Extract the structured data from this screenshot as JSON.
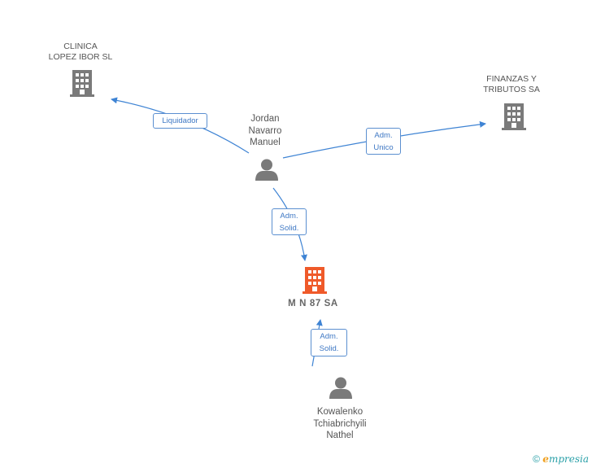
{
  "nodes": {
    "clinica": {
      "line1": "CLINICA",
      "line2": "LOPEZ IBOR SL"
    },
    "finanzas": {
      "line1": "FINANZAS Y",
      "line2": "TRIBUTOS SA"
    },
    "jordan": {
      "line1": "Jordan",
      "line2": "Navarro",
      "line3": "Manuel"
    },
    "mn87": {
      "line1": "M N 87 SA"
    },
    "kowalenko": {
      "line1": "Kowalenko",
      "line2": "Tchiabrichyili",
      "line3": "Nathel"
    }
  },
  "edges": {
    "liquidador": {
      "line1": "Liquidador"
    },
    "adm_unico": {
      "line1": "Adm.",
      "line2": "Unico"
    },
    "adm_solid_top": {
      "line1": "Adm.",
      "line2": "Solid."
    },
    "adm_solid_bottom": {
      "line1": "Adm.",
      "line2": "Solid."
    }
  },
  "colors": {
    "edge": "#3f84d4",
    "company_icon": "#7a7a7a",
    "focal_company_icon": "#ef5a2a",
    "person_icon": "#7a7a7a"
  },
  "icons": {
    "company": "building-icon",
    "person": "person-icon"
  },
  "footer": {
    "copyright": "©",
    "brand_e": "e",
    "brand_rest": "mpresia"
  }
}
